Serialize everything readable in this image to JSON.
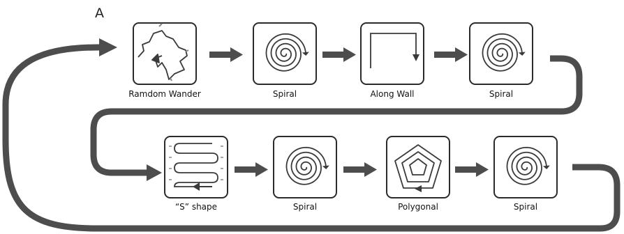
{
  "panel_letter": "A",
  "colors": {
    "flow": "#4d4d4d",
    "box_stroke": "#2b2b2b",
    "icon": "#3a3a3a",
    "accent": "#777777"
  },
  "steps": [
    {
      "label": "Ramdom Wander",
      "icon": "random-wander-icon"
    },
    {
      "label": "Spiral",
      "icon": "spiral-icon"
    },
    {
      "label": "Along Wall",
      "icon": "along-wall-icon"
    },
    {
      "label": "Spiral",
      "icon": "spiral-icon"
    },
    {
      "label": "“S” shape",
      "icon": "s-shape-icon"
    },
    {
      "label": "Spiral",
      "icon": "spiral-icon"
    },
    {
      "label": "Polygonal",
      "icon": "polygon-icon"
    },
    {
      "label": "Spiral",
      "icon": "spiral-icon"
    }
  ]
}
